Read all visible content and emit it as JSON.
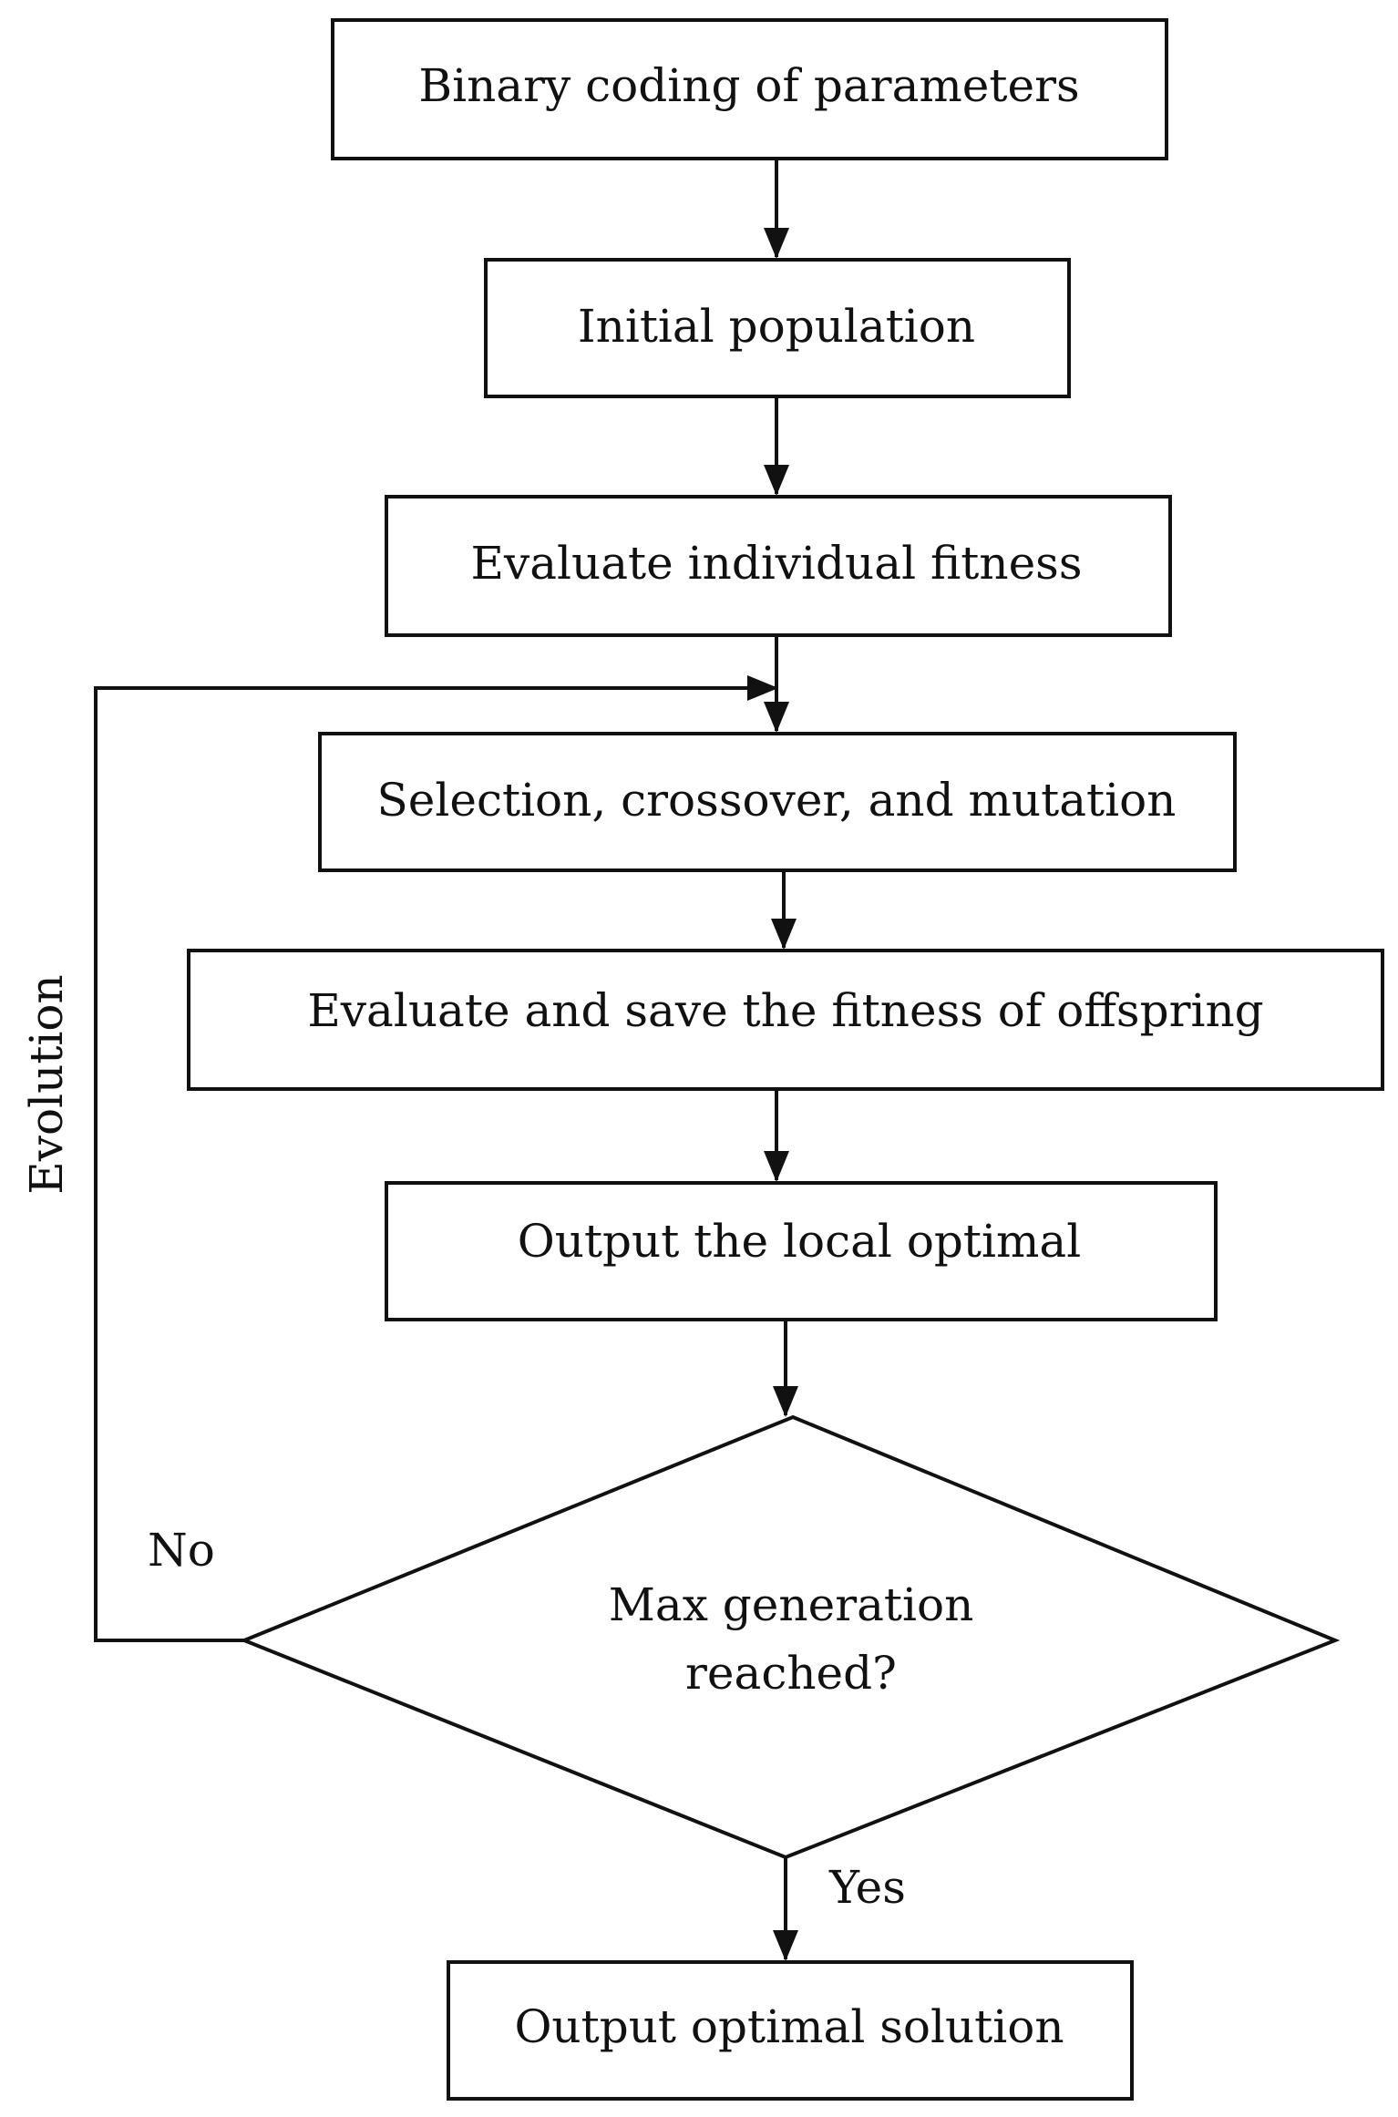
{
  "diagram": {
    "steps": {
      "binary_coding": "Binary coding of parameters",
      "initial_population": "Initial population",
      "evaluate_fitness": "Evaluate individual fitness",
      "selection": "Selection, crossover, and mutation",
      "evaluate_offspring": "Evaluate and save the fitness of offspring",
      "output_local": "Output the local optimal",
      "output_optimal": "Output optimal solution"
    },
    "decision": {
      "line1": "Max generation",
      "line2": "reached?",
      "no_label": "No",
      "yes_label": "Yes"
    },
    "loop_label": "Evolution",
    "colors": {
      "stroke": "#111111",
      "fill": "#ffffff"
    }
  }
}
